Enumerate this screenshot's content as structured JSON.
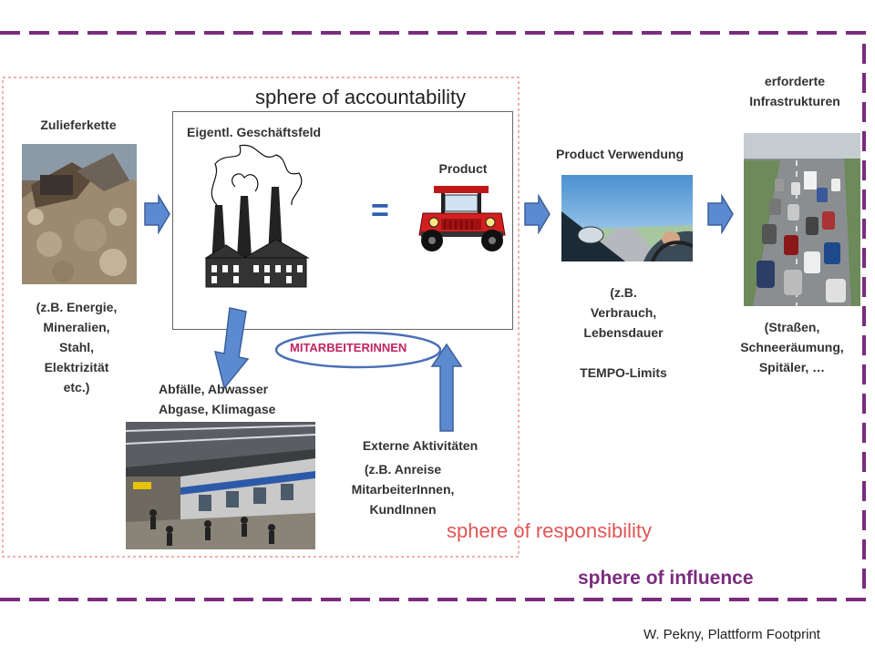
{
  "spheres": {
    "accountability": "sphere of accountability",
    "responsibility": "sphere of responsibility",
    "influence": "sphere of influence"
  },
  "supply_chain": {
    "title": "Zulieferkette",
    "examples": [
      "(z.B. Energie,",
      "Mineralien,",
      "Stahl,",
      "Elektrizität",
      "etc.)"
    ]
  },
  "business": {
    "title": "Eigentl. Geschäftsfeld",
    "equals": "=",
    "product_label": "Product"
  },
  "use_phase": {
    "title": "Product Verwendung",
    "examples": [
      "(z.B.",
      "Verbrauch,",
      "Lebensdauer",
      "",
      "TEMPO-Limits"
    ]
  },
  "infrastructure": {
    "title": [
      "erforderte",
      "Infrastrukturen"
    ],
    "examples": [
      "(Straßen,",
      "Schneeräumung,",
      "Spitäler, …"
    ]
  },
  "waste": {
    "lines": [
      "Abfälle, Abwasser",
      "Abgase, Klimagase"
    ]
  },
  "employees": {
    "label": "MITARBEITERINNEN"
  },
  "external": {
    "title": "Externe Aktivitäten",
    "examples": [
      "(z.B. Anreise",
      "MitarbeiterInnen,",
      "KundInnen"
    ]
  },
  "footer": {
    "credit": "W. Pekny, Plattform Footprint"
  },
  "colors": {
    "influence_border": "#7b2c7f",
    "responsibility_border": "#e06060",
    "accountability_text": "#222222",
    "responsibility_text": "#e05555",
    "employee_text": "#c0245f",
    "ellipse": "#4a6fb5",
    "arrow_fill": "#5b8ad0",
    "arrow_stroke": "#3d5f9a"
  }
}
